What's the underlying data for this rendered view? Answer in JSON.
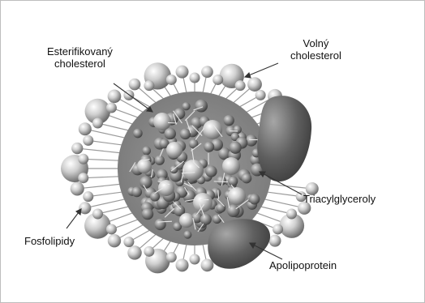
{
  "labels": {
    "esterified_cholesterol": [
      "Esterifikovaný",
      "cholesterol"
    ],
    "free_cholesterol": [
      "Volný",
      "cholesterol"
    ],
    "triacylglycerols": "Triacylglyceroly",
    "phospholipids": "Fosfolipidy",
    "apolipoprotein": "Apolipoprotein"
  },
  "colors": {
    "core": "#8a8a8a",
    "sphere_light": "#f2f2f2",
    "sphere_dark": "#6e6e6e",
    "protein": "#595959",
    "leader": "#333333"
  }
}
